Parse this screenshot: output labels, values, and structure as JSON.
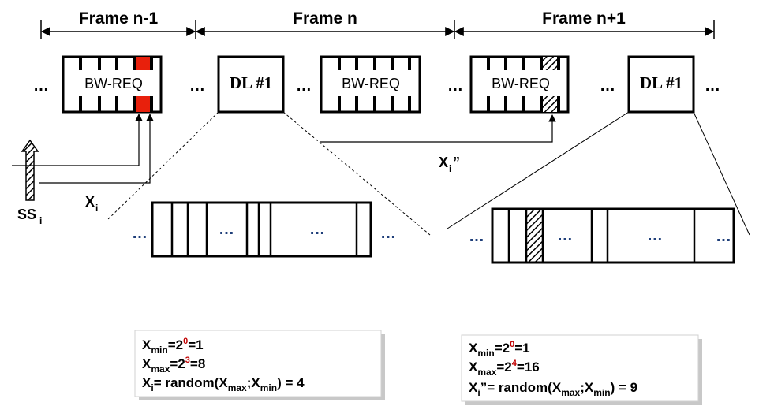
{
  "frames": {
    "prev": "Frame n-1",
    "curr": "Frame n",
    "next": "Frame n+1"
  },
  "boxes": {
    "bwreq": "BW-REQ",
    "dl": "DL #1"
  },
  "ellipsis": "…",
  "labels": {
    "ss": "SS",
    "ss_sub": "i",
    "x": "X",
    "x_sub": "i",
    "x2": "X",
    "x2_sub": "i",
    "x2_mark": "”"
  },
  "formula_left": {
    "l1_var": "X",
    "l1_sub": "min",
    "l1_pre": "=2",
    "l1_exp": "0",
    "l1_post": "=1",
    "l2_var": "X",
    "l2_sub": "max",
    "l2_pre": "=2",
    "l2_exp": "3",
    "l2_post": "=8",
    "l3_var": "X",
    "l3_sub": "i",
    "l3_a": "= random(X",
    "l3_sub2": "max",
    "l3_b": ";X",
    "l3_sub3": "min",
    "l3_c": ") = 4"
  },
  "formula_right": {
    "l1_var": "X",
    "l1_sub": "min",
    "l1_pre": "=2",
    "l1_exp": "0",
    "l1_post": "=1",
    "l2_var": "X",
    "l2_sub": "max",
    "l2_pre": "=2",
    "l2_exp": "4",
    "l2_post": "=16",
    "l3_var": "X",
    "l3_sub": "i",
    "l3_a": "”= random(X",
    "l3_sub2": "max",
    "l3_b": ";X",
    "l3_sub3": "min",
    "l3_c": ") = 9"
  },
  "colors": {
    "highlight": "#e8200c",
    "dots_blue": "#1f3f7a",
    "box_shadow": "#c8c8c8"
  }
}
